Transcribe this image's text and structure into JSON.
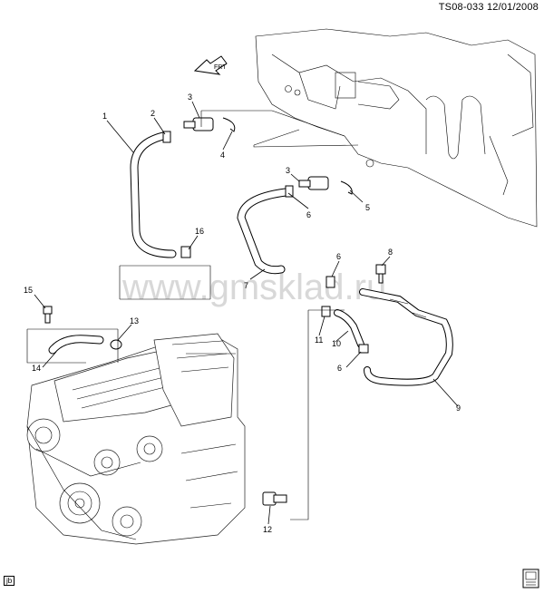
{
  "header": {
    "code": "TS08-033",
    "date": "12/01/2008"
  },
  "direction_label": "FRT",
  "watermark": "www.gmsklad.ru",
  "corner_label": "jb",
  "callouts": {
    "c1": "1",
    "c2": "2",
    "c3a": "3",
    "c4": "4",
    "c3b": "3",
    "c5": "5",
    "c6a": "6",
    "c16": "16",
    "c7": "7",
    "c6b": "6",
    "c8": "8",
    "c15": "15",
    "c13": "13",
    "c11": "11",
    "c10": "10",
    "c14": "14",
    "c6c": "6",
    "c9": "9",
    "c12": "12"
  }
}
